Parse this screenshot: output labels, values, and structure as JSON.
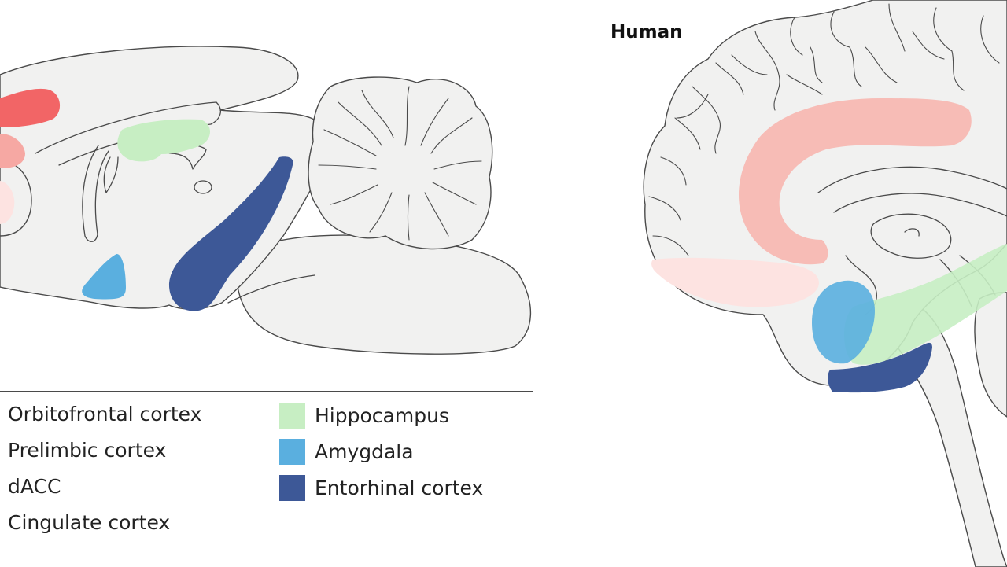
{
  "panel_title": "Human",
  "legend": {
    "items": [
      {
        "label": "Orbitofrontal cortex",
        "color": "#f26566"
      },
      {
        "label": "Prelimbic cortex",
        "color": "#f6a8a3"
      },
      {
        "label": "dACC",
        "color": "#f9c8c4"
      },
      {
        "label": "Cingulate cortex",
        "color": "#fde3e1"
      },
      {
        "label": "Hippocampus",
        "color": "#c7eec3"
      },
      {
        "label": "Amygdala",
        "color": "#5aafdf"
      },
      {
        "label": "Entorhinal cortex",
        "color": "#3d5897"
      }
    ]
  },
  "colors": {
    "brain_fill": "#f1f1f0",
    "outline": "#4a4a4a",
    "human_cingulate": "#f7bcb6"
  }
}
